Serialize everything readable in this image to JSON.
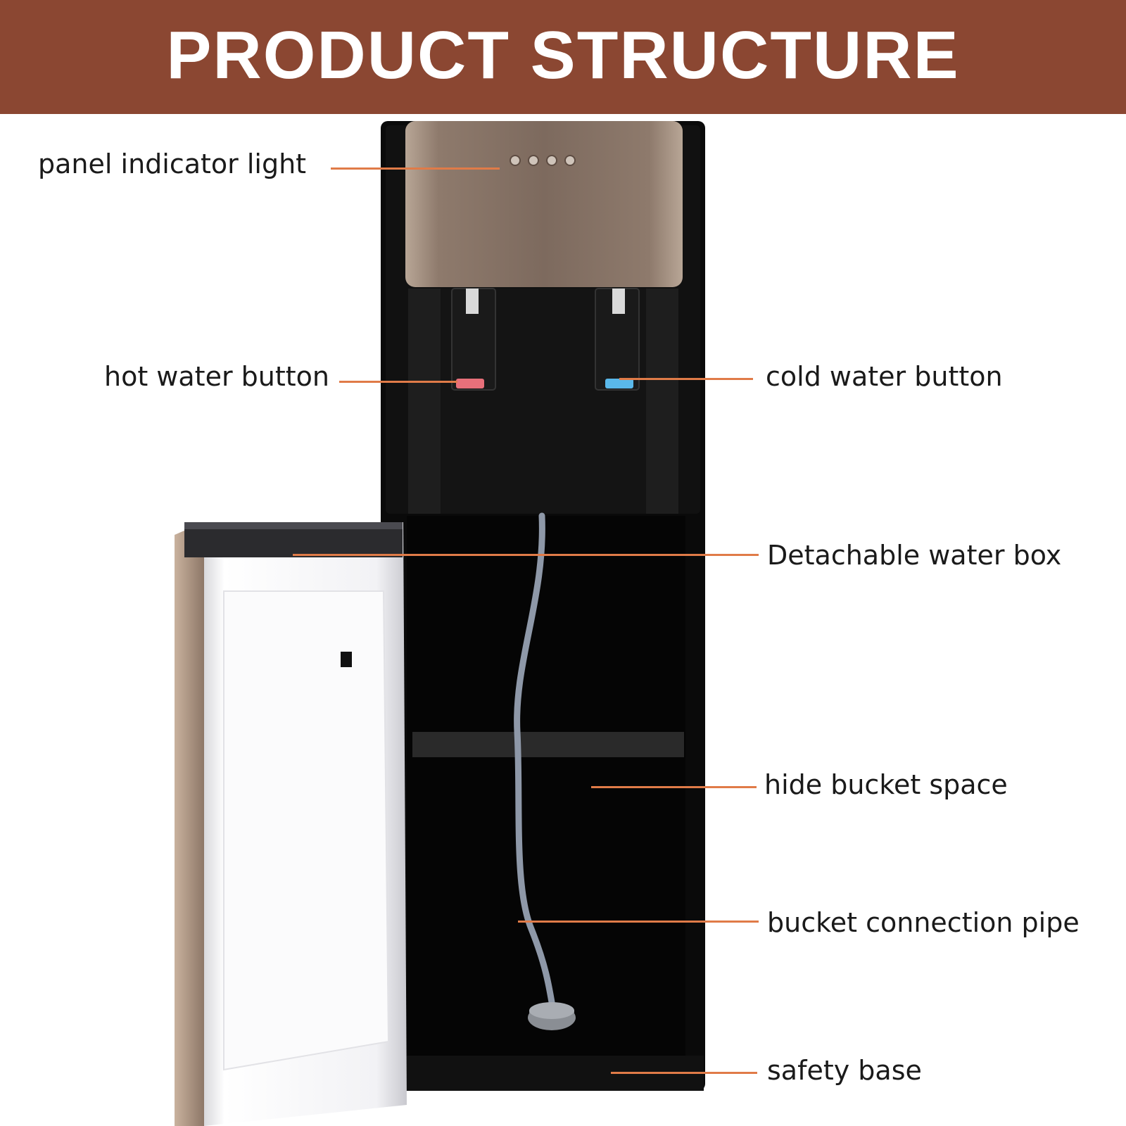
{
  "banner": {
    "title": "PRODUCT STRUCTURE"
  },
  "colors": {
    "banner": "#8b4732",
    "leader": "#e07b48",
    "panel": "#8a7466",
    "cabinet": "#0a0a0a",
    "door": "#f4f4f6",
    "hot_button": "#e8707a",
    "cold_button": "#5ab8ea"
  },
  "callouts": {
    "panel_indicator_light": "panel indicator light",
    "hot_water_button": "hot water button",
    "cold_water_button": "cold water button",
    "detachable_water_box": "Detachable water box",
    "hide_bucket_space": "hide bucket space",
    "bucket_connection_pipe": "bucket connection pipe",
    "safety_base": "safety base"
  }
}
